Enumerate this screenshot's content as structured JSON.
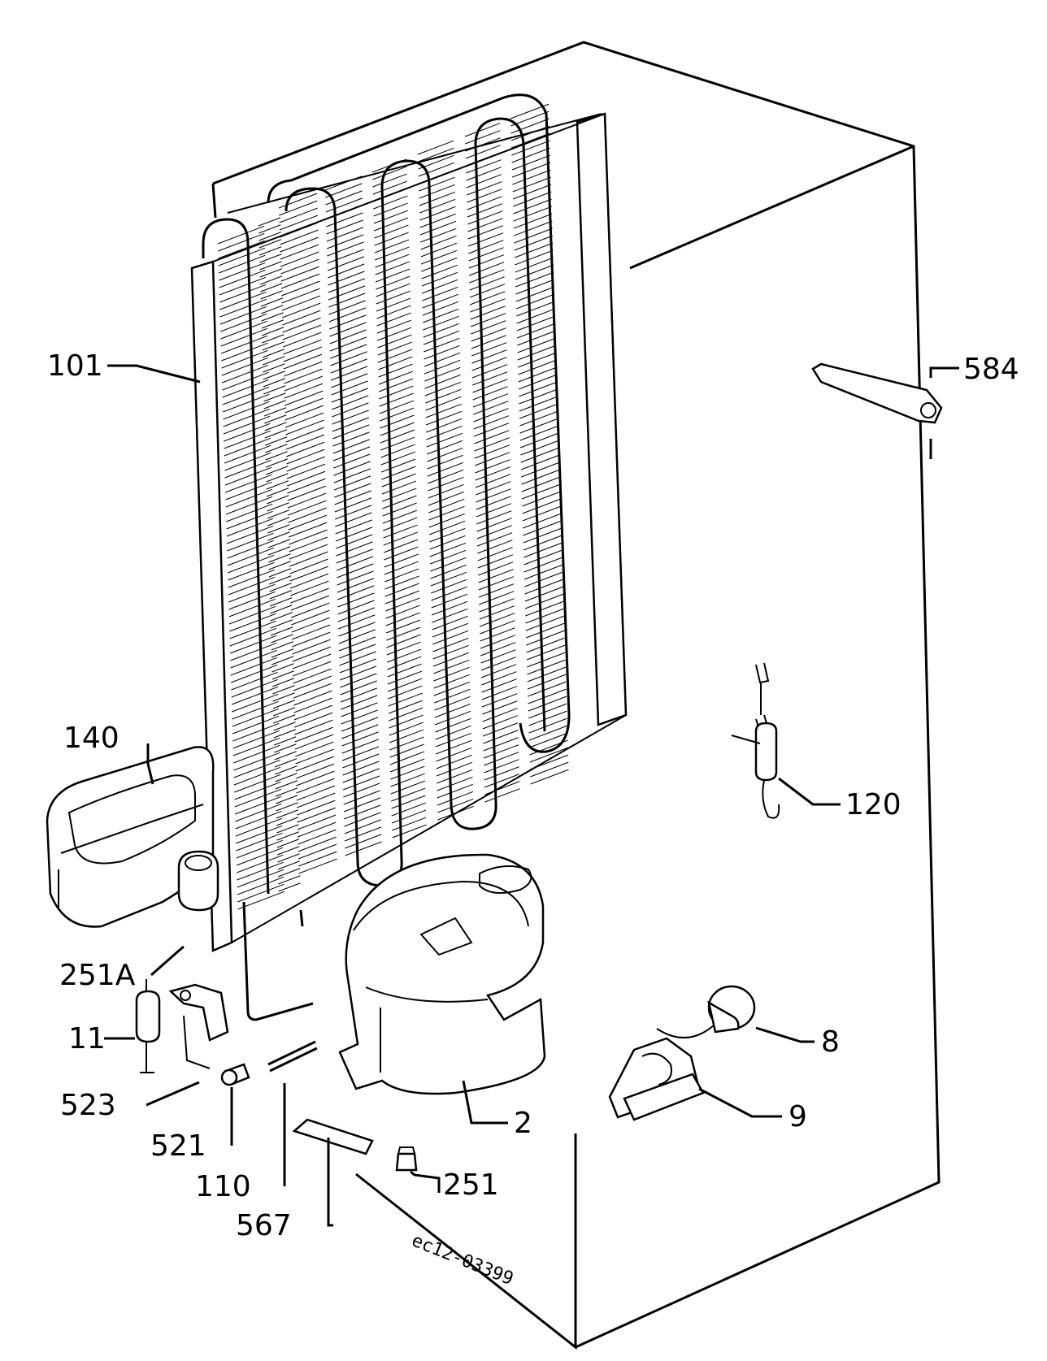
{
  "diagram": {
    "drawing_code": "ec12-03399",
    "callouts": [
      {
        "id": "101",
        "part": "condenser"
      },
      {
        "id": "584",
        "part": "bracket"
      },
      {
        "id": "140",
        "part": "drip-tray"
      },
      {
        "id": "120",
        "part": "sensor"
      },
      {
        "id": "251A",
        "part": "grommet"
      },
      {
        "id": "11",
        "part": "filter-drier"
      },
      {
        "id": "523",
        "part": "clamp-bracket"
      },
      {
        "id": "521",
        "part": "valve"
      },
      {
        "id": "110",
        "part": "capillary-tube"
      },
      {
        "id": "567",
        "part": "mounting-plate"
      },
      {
        "id": "2",
        "part": "compressor"
      },
      {
        "id": "251",
        "part": "rubber-foot"
      },
      {
        "id": "8",
        "part": "overload-protector"
      },
      {
        "id": "9",
        "part": "start-relay"
      }
    ]
  }
}
